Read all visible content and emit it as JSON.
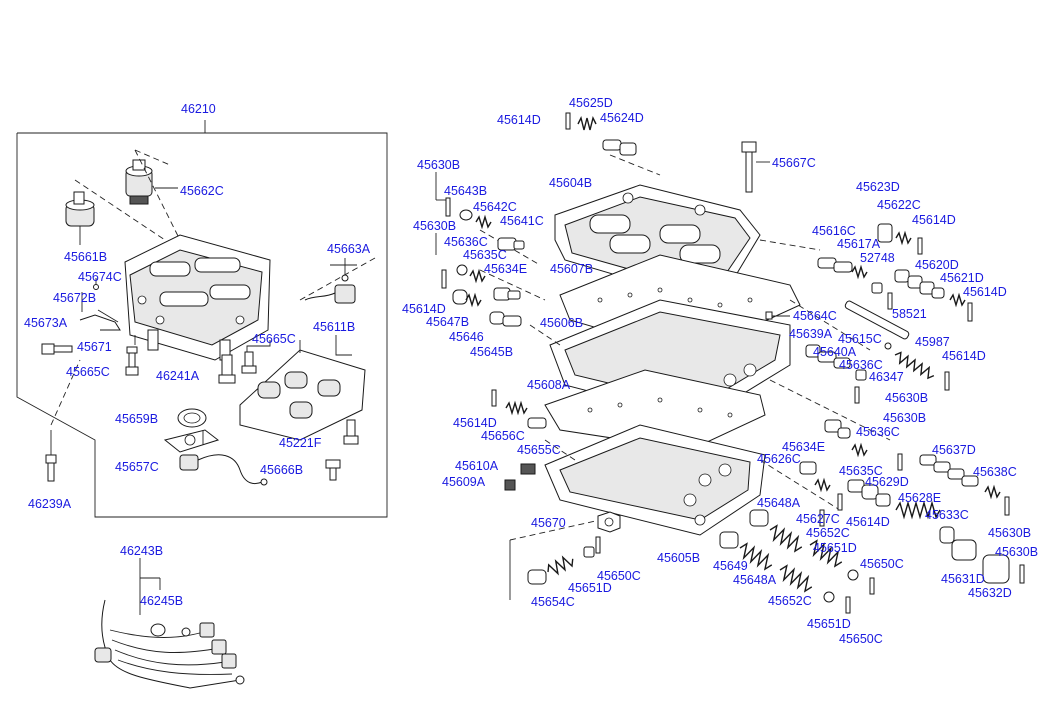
{
  "colors": {
    "label": "#1a1ae0",
    "line": "#222222"
  },
  "labels": [
    {
      "id": "l46210",
      "text": "46210"
    },
    {
      "id": "l45662C",
      "text": "45662C"
    },
    {
      "id": "l45661B",
      "text": "45661B"
    },
    {
      "id": "l45674C",
      "text": "45674C"
    },
    {
      "id": "l45672B",
      "text": "45672B"
    },
    {
      "id": "l45673A",
      "text": "45673A"
    },
    {
      "id": "l45671",
      "text": "45671"
    },
    {
      "id": "l45665C_a",
      "text": "45665C"
    },
    {
      "id": "l46241A",
      "text": "46241A"
    },
    {
      "id": "l45665C_b",
      "text": "45665C"
    },
    {
      "id": "l45663A",
      "text": "45663A"
    },
    {
      "id": "l45611B",
      "text": "45611B"
    },
    {
      "id": "l45659B",
      "text": "45659B"
    },
    {
      "id": "l45221F",
      "text": "45221F"
    },
    {
      "id": "l45657C",
      "text": "45657C"
    },
    {
      "id": "l45666B",
      "text": "45666B"
    },
    {
      "id": "l46239A",
      "text": "46239A"
    },
    {
      "id": "l46243B",
      "text": "46243B"
    },
    {
      "id": "l46245B",
      "text": "46245B"
    },
    {
      "id": "l45625D",
      "text": "45625D"
    },
    {
      "id": "l45614D_a",
      "text": "45614D"
    },
    {
      "id": "l45624D",
      "text": "45624D"
    },
    {
      "id": "l45667C",
      "text": "45667C"
    },
    {
      "id": "l45630B_a",
      "text": "45630B"
    },
    {
      "id": "l45643B",
      "text": "45643B"
    },
    {
      "id": "l45604B",
      "text": "45604B"
    },
    {
      "id": "l45642C",
      "text": "45642C"
    },
    {
      "id": "l45641C",
      "text": "45641C"
    },
    {
      "id": "l45630B_b",
      "text": "45630B"
    },
    {
      "id": "l45636C_a",
      "text": "45636C"
    },
    {
      "id": "l45635C_a",
      "text": "45635C"
    },
    {
      "id": "l45634E_a",
      "text": "45634E"
    },
    {
      "id": "l45607B",
      "text": "45607B"
    },
    {
      "id": "l45623D",
      "text": "45623D"
    },
    {
      "id": "l45622C",
      "text": "45622C"
    },
    {
      "id": "l45614D_b",
      "text": "45614D"
    },
    {
      "id": "l45616C",
      "text": "45616C"
    },
    {
      "id": "l45617A",
      "text": "45617A"
    },
    {
      "id": "l52748",
      "text": "52748"
    },
    {
      "id": "l45620D",
      "text": "45620D"
    },
    {
      "id": "l45621D",
      "text": "45621D"
    },
    {
      "id": "l45614D_c",
      "text": "45614D"
    },
    {
      "id": "l45614D_d",
      "text": "45614D"
    },
    {
      "id": "l45647B",
      "text": "45647B"
    },
    {
      "id": "l45646",
      "text": "45646"
    },
    {
      "id": "l45645B",
      "text": "45645B"
    },
    {
      "id": "l45606B",
      "text": "45606B"
    },
    {
      "id": "l45664C",
      "text": "45664C"
    },
    {
      "id": "l58521",
      "text": "58521"
    },
    {
      "id": "l45639A",
      "text": "45639A"
    },
    {
      "id": "l45615C",
      "text": "45615C"
    },
    {
      "id": "l45987",
      "text": "45987"
    },
    {
      "id": "l45640A",
      "text": "45640A"
    },
    {
      "id": "l45636C_b",
      "text": "45636C"
    },
    {
      "id": "l45614D_e",
      "text": "45614D"
    },
    {
      "id": "l46347",
      "text": "46347"
    },
    {
      "id": "l45608A",
      "text": "45608A"
    },
    {
      "id": "l45630B_c",
      "text": "45630B"
    },
    {
      "id": "l45630B_d",
      "text": "45630B"
    },
    {
      "id": "l45614D_f",
      "text": "45614D"
    },
    {
      "id": "l45656C",
      "text": "45656C"
    },
    {
      "id": "l45636C_c",
      "text": "45636C"
    },
    {
      "id": "l45655C",
      "text": "45655C"
    },
    {
      "id": "l45634E_b",
      "text": "45634E"
    },
    {
      "id": "l45637D",
      "text": "45637D"
    },
    {
      "id": "l45626C",
      "text": "45626C"
    },
    {
      "id": "l45635C_b",
      "text": "45635C"
    },
    {
      "id": "l45610A",
      "text": "45610A"
    },
    {
      "id": "l45629D",
      "text": "45629D"
    },
    {
      "id": "l45638C",
      "text": "45638C"
    },
    {
      "id": "l45609A",
      "text": "45609A"
    },
    {
      "id": "l45648A_a",
      "text": "45648A"
    },
    {
      "id": "l45628E",
      "text": "45628E"
    },
    {
      "id": "l45627C",
      "text": "45627C"
    },
    {
      "id": "l45614D_g",
      "text": "45614D"
    },
    {
      "id": "l45633C",
      "text": "45633C"
    },
    {
      "id": "l45670",
      "text": "45670"
    },
    {
      "id": "l45652C_a",
      "text": "45652C"
    },
    {
      "id": "l45630B_e",
      "text": "45630B"
    },
    {
      "id": "l45651D_a",
      "text": "45651D"
    },
    {
      "id": "l45605B",
      "text": "45605B"
    },
    {
      "id": "l45630B_f",
      "text": "45630B"
    },
    {
      "id": "l45649",
      "text": "45649"
    },
    {
      "id": "l45650C_a",
      "text": "45650C"
    },
    {
      "id": "l45650C_b",
      "text": "45650C"
    },
    {
      "id": "l45631D",
      "text": "45631D"
    },
    {
      "id": "l45648A_b",
      "text": "45648A"
    },
    {
      "id": "l45651D_b",
      "text": "45651D"
    },
    {
      "id": "l45654C",
      "text": "45654C"
    },
    {
      "id": "l45632D",
      "text": "45632D"
    },
    {
      "id": "l45652C_b",
      "text": "45652C"
    },
    {
      "id": "l45651D_c",
      "text": "45651D"
    },
    {
      "id": "l45650C_c",
      "text": "45650C"
    }
  ]
}
